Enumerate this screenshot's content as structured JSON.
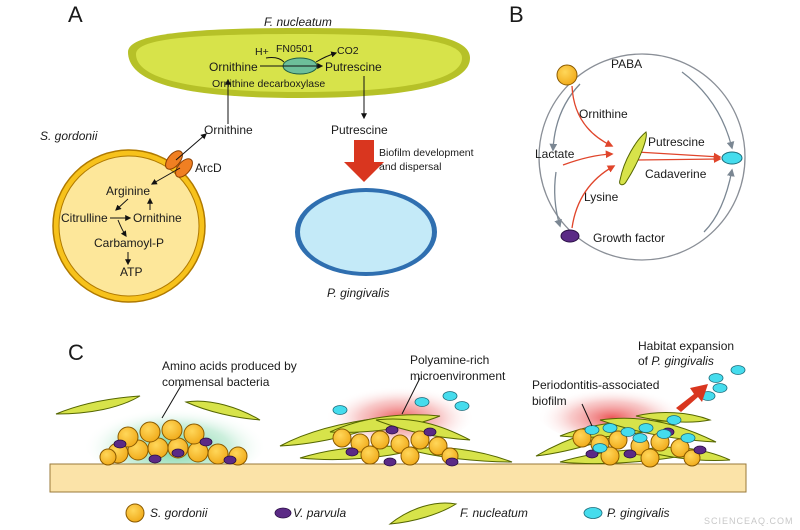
{
  "panels": {
    "a": "A",
    "b": "B",
    "c": "C"
  },
  "panel_a": {
    "fn_title": "F. nucleatum",
    "h_plus": "H+",
    "enzyme_id": "FN0501",
    "co2": "CO2",
    "ornithine": "Ornithine",
    "putrescine": "Putrescine",
    "enzyme_name": "Ornithine decarboxylase",
    "ornithine_out": "Ornithine",
    "putrescine_out": "Putrescine",
    "sg_title": "S. gordonii",
    "arcd": "ArcD",
    "arginine": "Arginine",
    "citrulline": "Citrulline",
    "ornithine_in": "Ornithine",
    "carbamoyl": "Carbamoyl-P",
    "atp": "ATP",
    "biofilm_note_1": "Biofilm development",
    "biofilm_note_2": "and dispersal",
    "pg_title": "P. gingivalis"
  },
  "panel_b": {
    "paba": "PABA",
    "ornithine": "Ornithine",
    "lactate": "Lactate",
    "putrescine": "Putrescine",
    "cadaverine": "Cadaverine",
    "lysine": "Lysine",
    "growth_factor": "Growth factor"
  },
  "panel_c": {
    "amino_1": "Amino acids produced by",
    "amino_2": "commensal bacteria",
    "poly_1": "Polyamine-rich",
    "poly_2": "microenvironment",
    "perio_1": "Periodontitis-associated",
    "perio_2": "biofilm",
    "habitat_1": "Habitat expansion",
    "habitat_2_prefix": "of ",
    "habitat_2_species": "P. gingivalis"
  },
  "legend": {
    "sgordonii": "S. gordonii",
    "vparvula": "V. parvula",
    "fnucleatum": "F. nucleatum",
    "pgingivalis": "P. gingivalis"
  },
  "watermark": "SCIENCEAQ.COM",
  "colors": {
    "fn_fill": "#d7e34a",
    "sg_fill": "#f5b81c",
    "pg_fill": "#c4eaf8",
    "pg_stroke": "#2f6fb0",
    "vp_fill": "#5b2a86",
    "enzyme_fill": "#6dbf9a",
    "arcd_fill": "#f07f22",
    "red_arrow": "#d9361f",
    "substrate": "#fbe3a8",
    "cyan_cell": "#45dced"
  }
}
